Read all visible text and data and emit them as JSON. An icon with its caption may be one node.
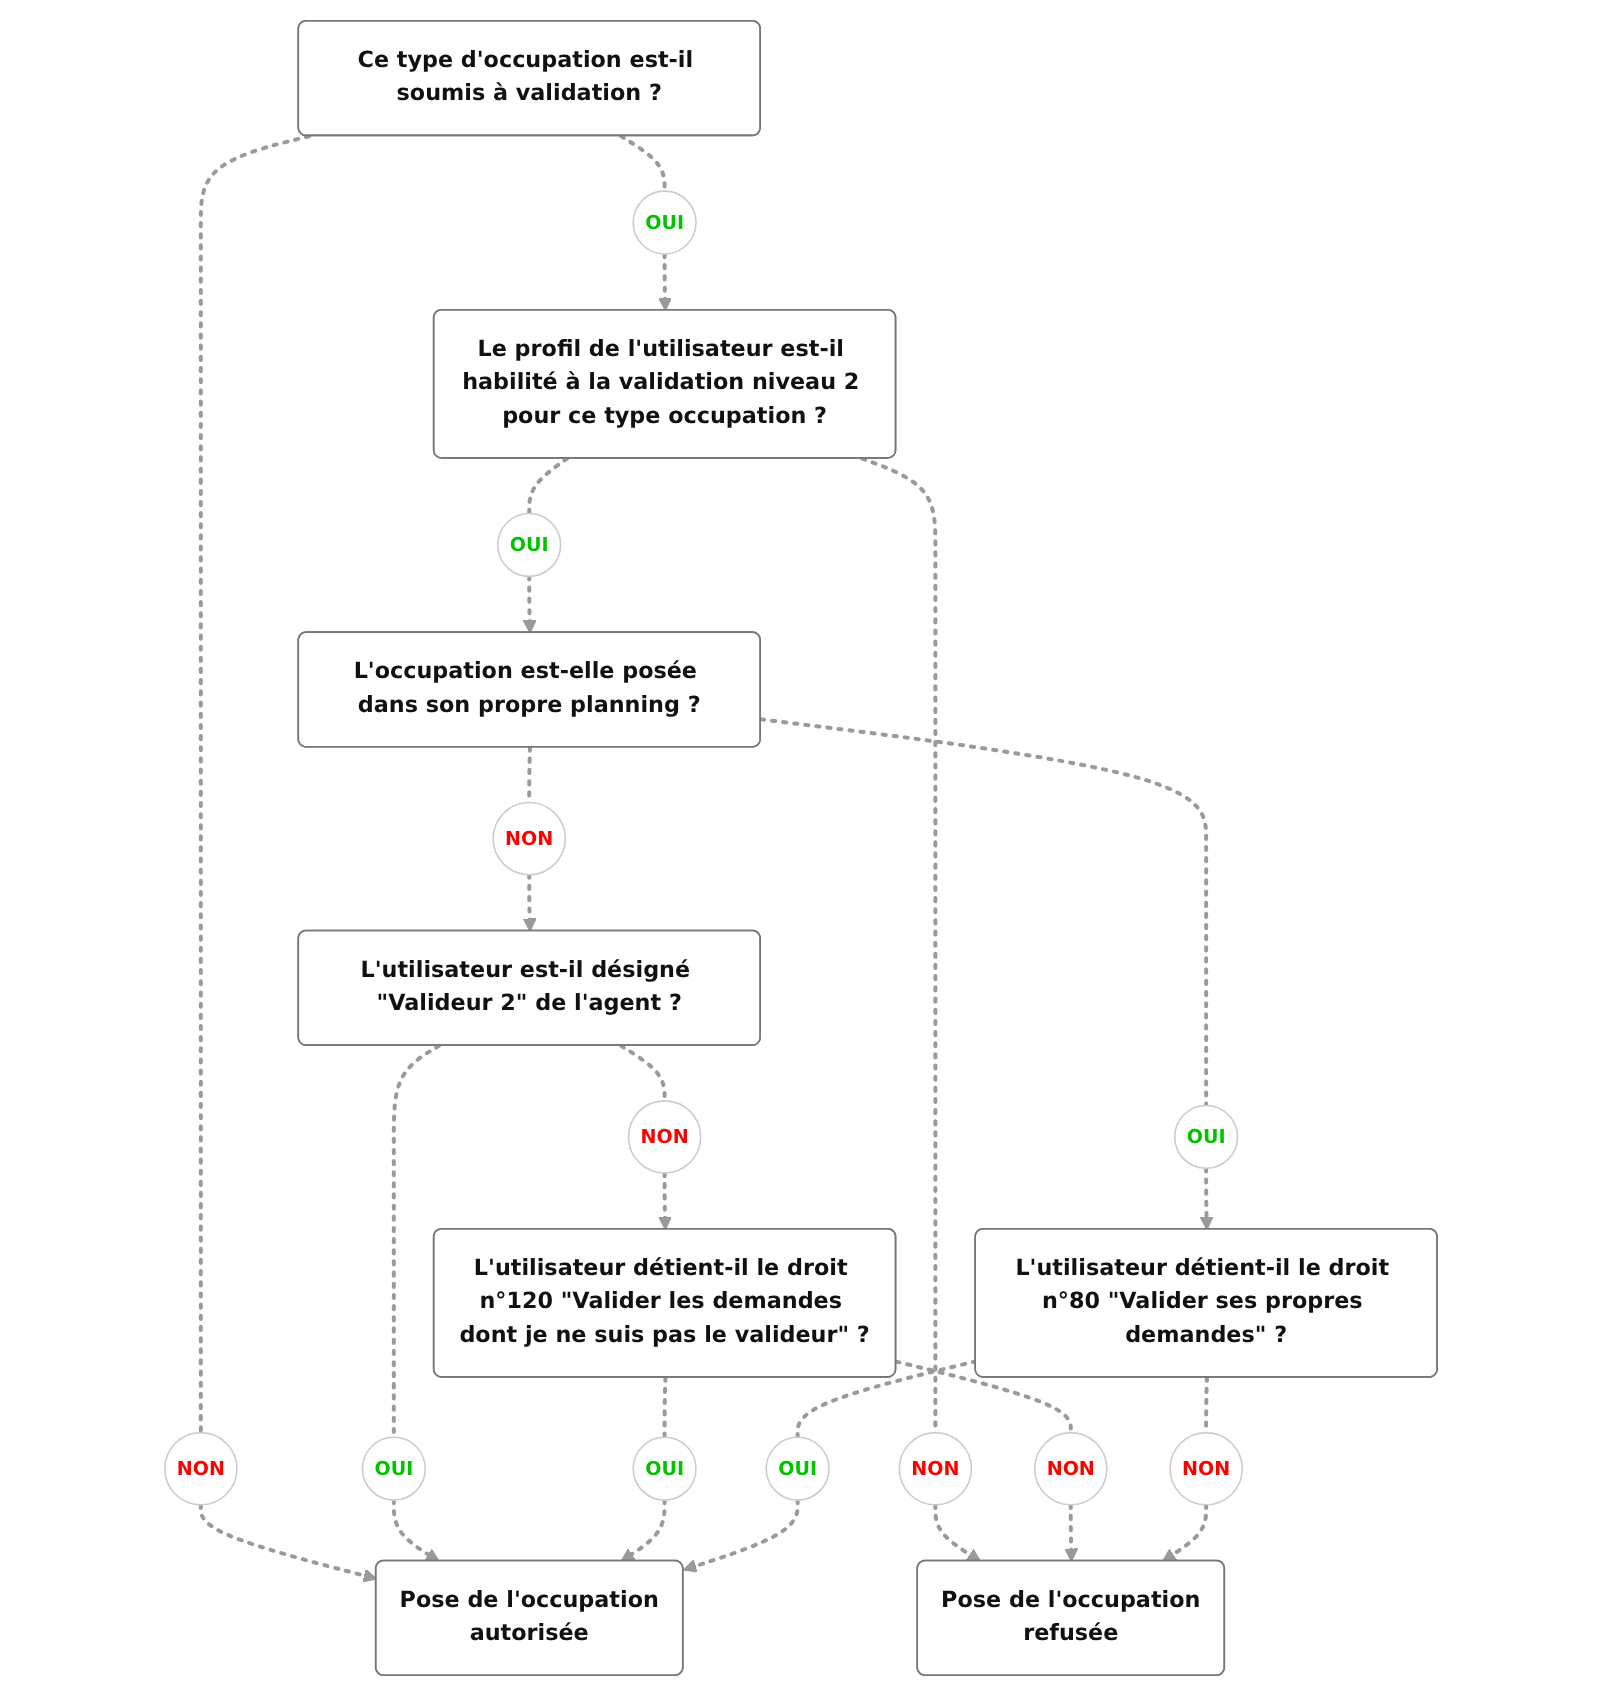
{
  "diagram": {
    "nodes": [
      {
        "text": [
          "Ce type d'occupation est-il soumis à validation ?"
        ]
      },
      {
        "text": [
          "OUI"
        ]
      },
      {
        "text": [
          "NON"
        ]
      },
      {
        "text": [
          "Le profil de l'utilisateur est-il habilité à la validation niveau 2 pour ce type occupation ?"
        ]
      },
      {
        "text": [
          "OUI"
        ]
      },
      {
        "text": [
          "NON"
        ]
      },
      {
        "text": [
          "L'occupation est-elle posée dans son propre planning ?"
        ]
      },
      {
        "text": [
          "NON"
        ]
      },
      {
        "text": [
          "OUI"
        ]
      },
      {
        "text": [
          "L'utilisateur est-il désigné \"Valideur 2\" de l'agent ?"
        ]
      },
      {
        "text": [
          "L'utilisateur détient-il le droit n°80 \"Valider ses propres demandes\" ?"
        ]
      },
      {
        "text": [
          "OUI"
        ]
      },
      {
        "text": [
          "NON"
        ]
      },
      {
        "text": [
          "L'utilisateur détient-il le droit n°120 \"Valider les demandes dont je ne suis pas le valideur\" ?"
        ]
      },
      {
        "text": [
          "NON"
        ]
      },
      {
        "text": [
          "NON"
        ]
      },
      {
        "text": [
          "OUI"
        ]
      },
      {
        "text": [
          "OUI"
        ]
      },
      {
        "text": [
          "Pose de l'occupation",
          "autorisée"
        ]
      },
      {
        "text": [
          "Pose de l'occupation",
          "refusée"
        ]
      }
    ],
    "edges": [
      {
        "from": 0,
        "to": 1,
        "arrow": "none",
        "style": "dashed"
      },
      {
        "from": 1,
        "to": 3,
        "arrow": "to",
        "style": "dashed"
      },
      {
        "from": 0,
        "to": 2,
        "arrow": "none",
        "style": "dashed"
      },
      {
        "from": 2,
        "to": 18,
        "arrow": "to",
        "style": "dashed"
      },
      {
        "from": 3,
        "to": 4,
        "arrow": "none",
        "style": "dashed"
      },
      {
        "from": 4,
        "to": 6,
        "arrow": "to",
        "style": "dashed"
      },
      {
        "from": 3,
        "to": 5,
        "arrow": "none",
        "style": "dashed"
      },
      {
        "from": 5,
        "to": 19,
        "arrow": "to",
        "style": "dashed"
      },
      {
        "from": 6,
        "to": 7,
        "arrow": "none",
        "style": "dashed"
      },
      {
        "from": 7,
        "to": 9,
        "arrow": "to",
        "style": "dashed"
      },
      {
        "from": 6,
        "to": 8,
        "arrow": "none",
        "style": "dashed"
      },
      {
        "from": 8,
        "to": 10,
        "arrow": "to",
        "style": "dashed"
      },
      {
        "from": 9,
        "to": 11,
        "arrow": "none",
        "style": "dashed"
      },
      {
        "from": 11,
        "to": 18,
        "arrow": "to",
        "style": "dashed"
      },
      {
        "from": 9,
        "to": 12,
        "arrow": "none",
        "style": "dashed"
      },
      {
        "from": 12,
        "to": 13,
        "arrow": "to",
        "style": "dashed"
      },
      {
        "from": 13,
        "to": 16,
        "arrow": "none",
        "style": "dashed"
      },
      {
        "from": 16,
        "to": 18,
        "arrow": "to",
        "style": "dashed"
      },
      {
        "from": 13,
        "to": 14,
        "arrow": "none",
        "style": "dashed"
      },
      {
        "from": 14,
        "to": 19,
        "arrow": "to",
        "style": "dashed"
      },
      {
        "from": 10,
        "to": 17,
        "arrow": "none",
        "style": "dashed"
      },
      {
        "from": 17,
        "to": 18,
        "arrow": "to",
        "style": "dashed"
      },
      {
        "from": 10,
        "to": 15,
        "arrow": "none",
        "style": "dashed"
      },
      {
        "from": 15,
        "to": 19,
        "arrow": "to",
        "style": "dashed"
      }
    ]
  }
}
